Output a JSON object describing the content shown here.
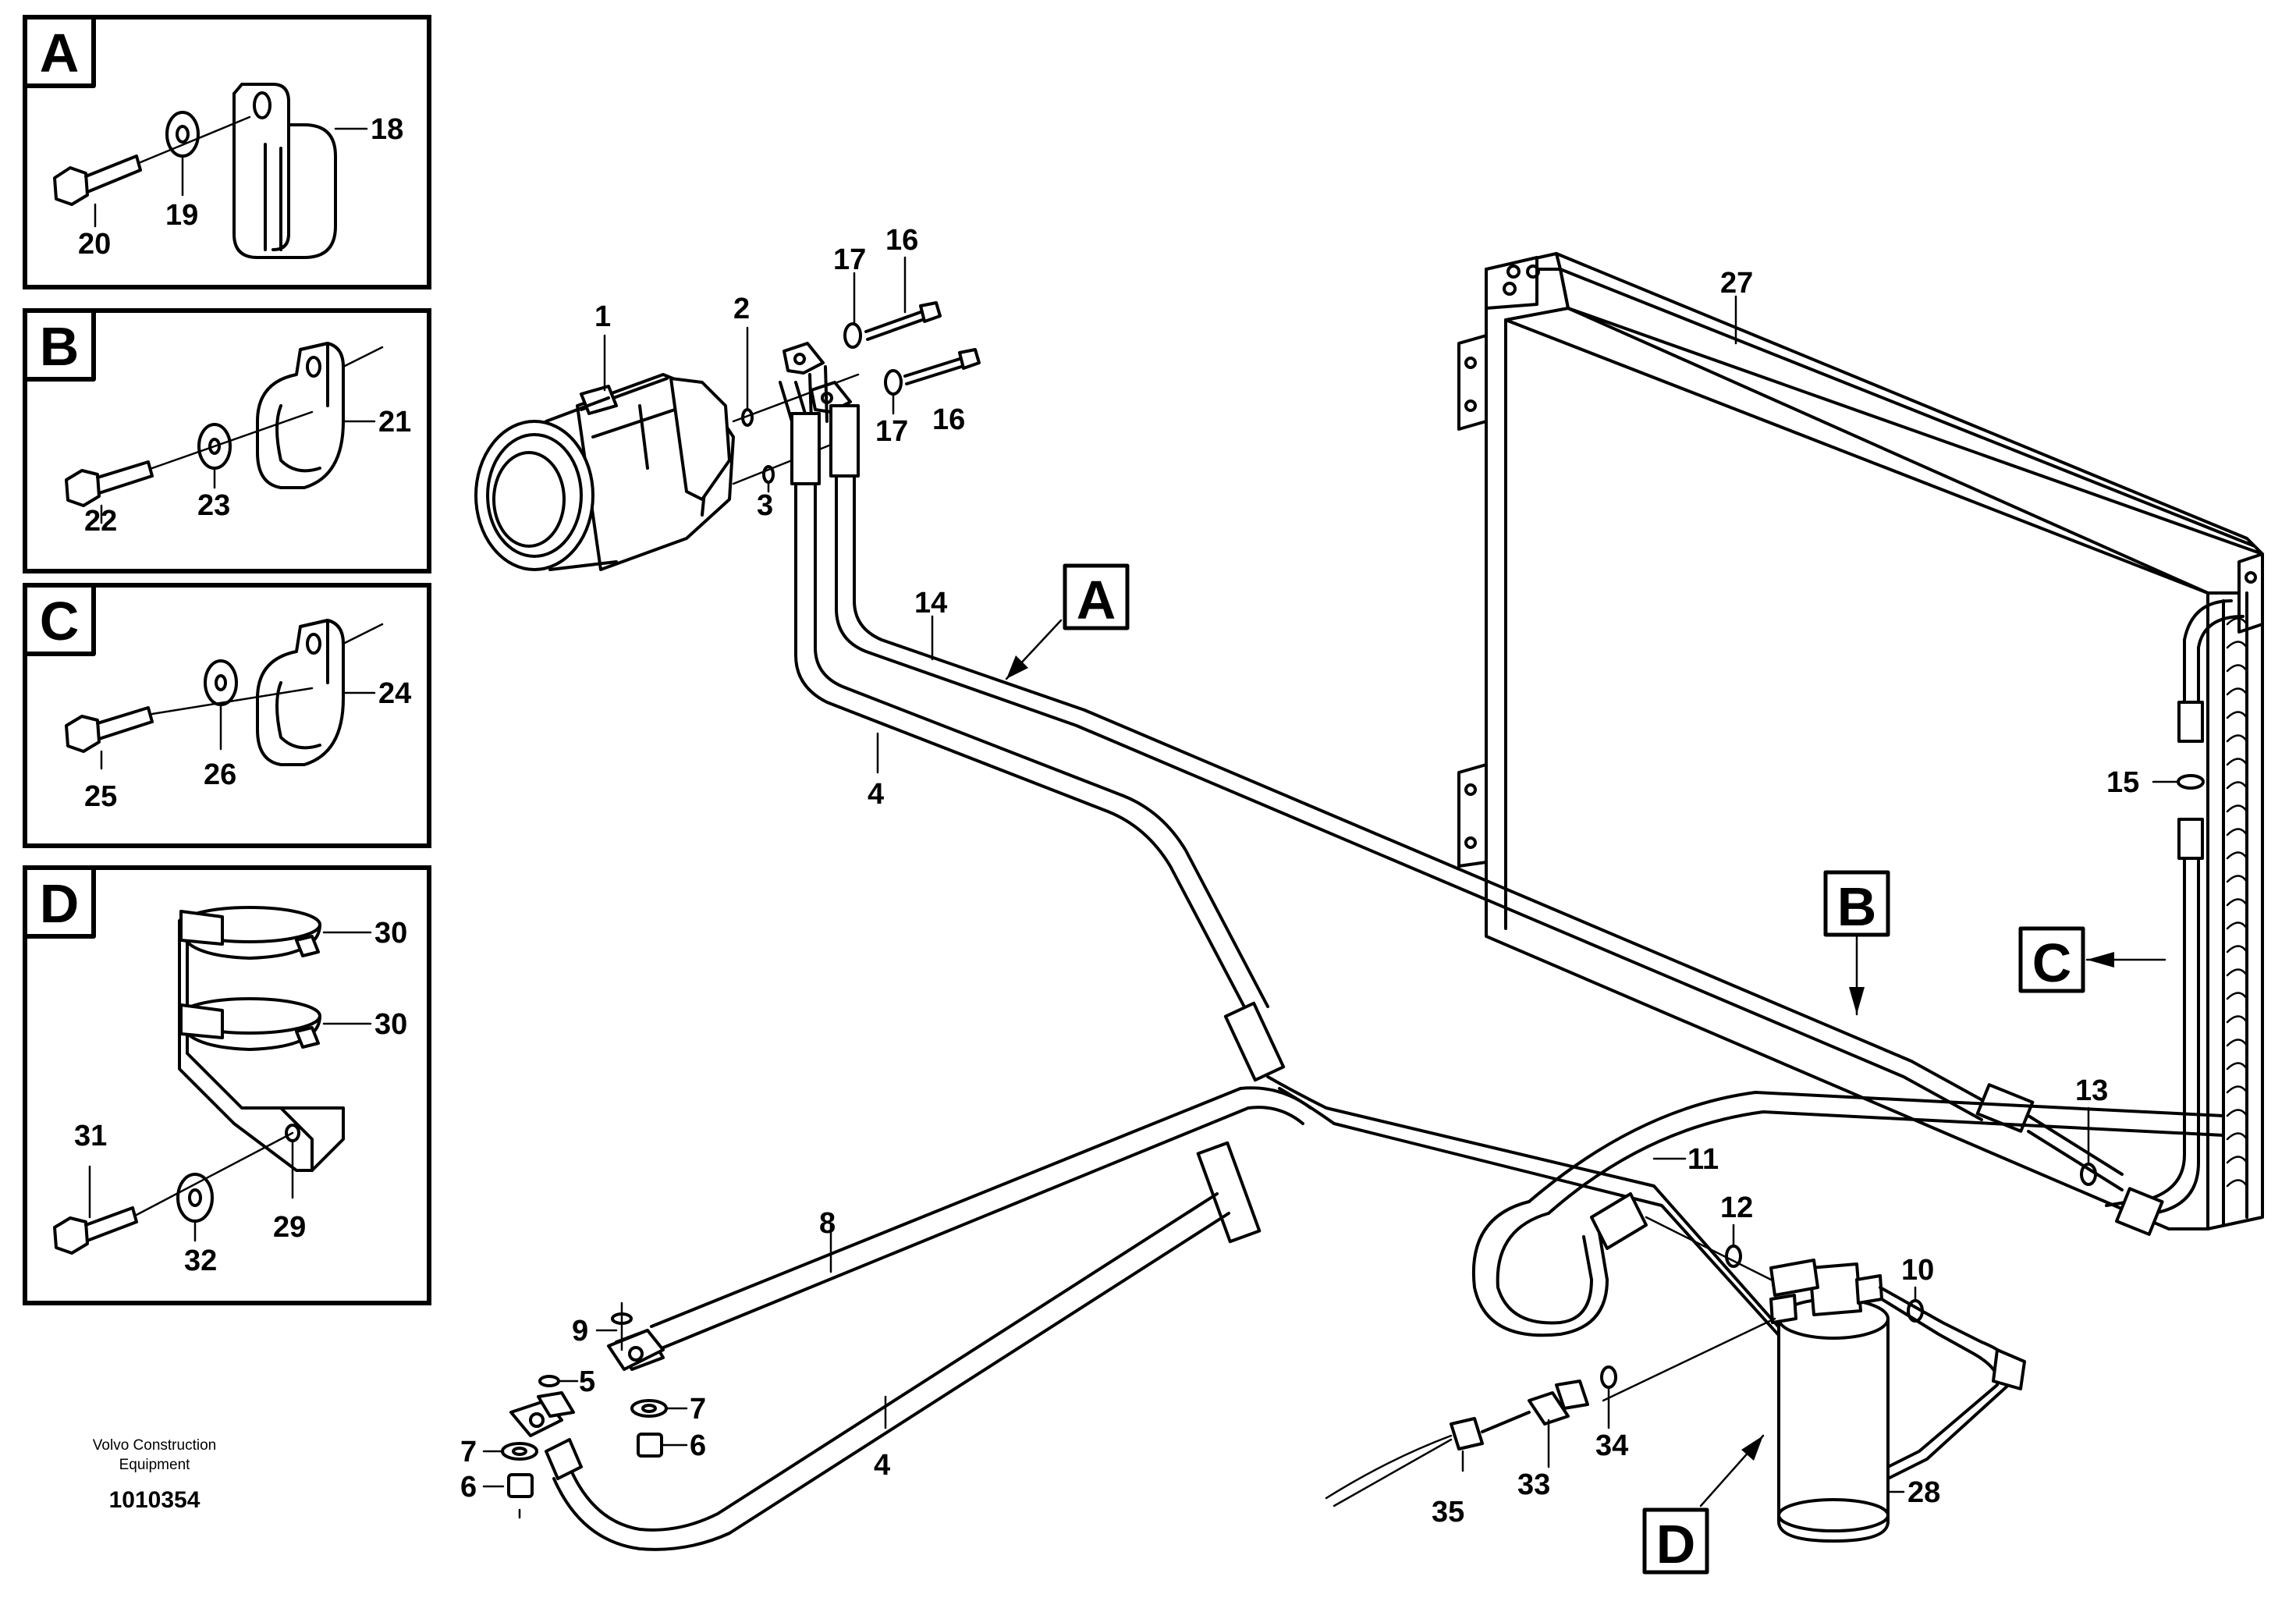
{
  "detail_boxes": [
    {
      "letter": "A",
      "labels": [
        "18",
        "19",
        "20"
      ]
    },
    {
      "letter": "B",
      "labels": [
        "21",
        "23",
        "22"
      ]
    },
    {
      "letter": "C",
      "labels": [
        "24",
        "26",
        "25"
      ]
    },
    {
      "letter": "D",
      "labels": [
        "30",
        "30",
        "31",
        "32",
        "29"
      ]
    }
  ],
  "callouts": [
    "A",
    "B",
    "C",
    "D"
  ],
  "parts": [
    "1",
    "2",
    "3",
    "4",
    "4",
    "5",
    "6",
    "6",
    "7",
    "7",
    "8",
    "9",
    "10",
    "11",
    "12",
    "13",
    "14",
    "15",
    "16",
    "16",
    "17",
    "17",
    "27",
    "28",
    "33",
    "34",
    "35"
  ],
  "credit": {
    "line1": "Volvo Construction",
    "line2": "Equipment"
  },
  "doc_number": "1010354"
}
